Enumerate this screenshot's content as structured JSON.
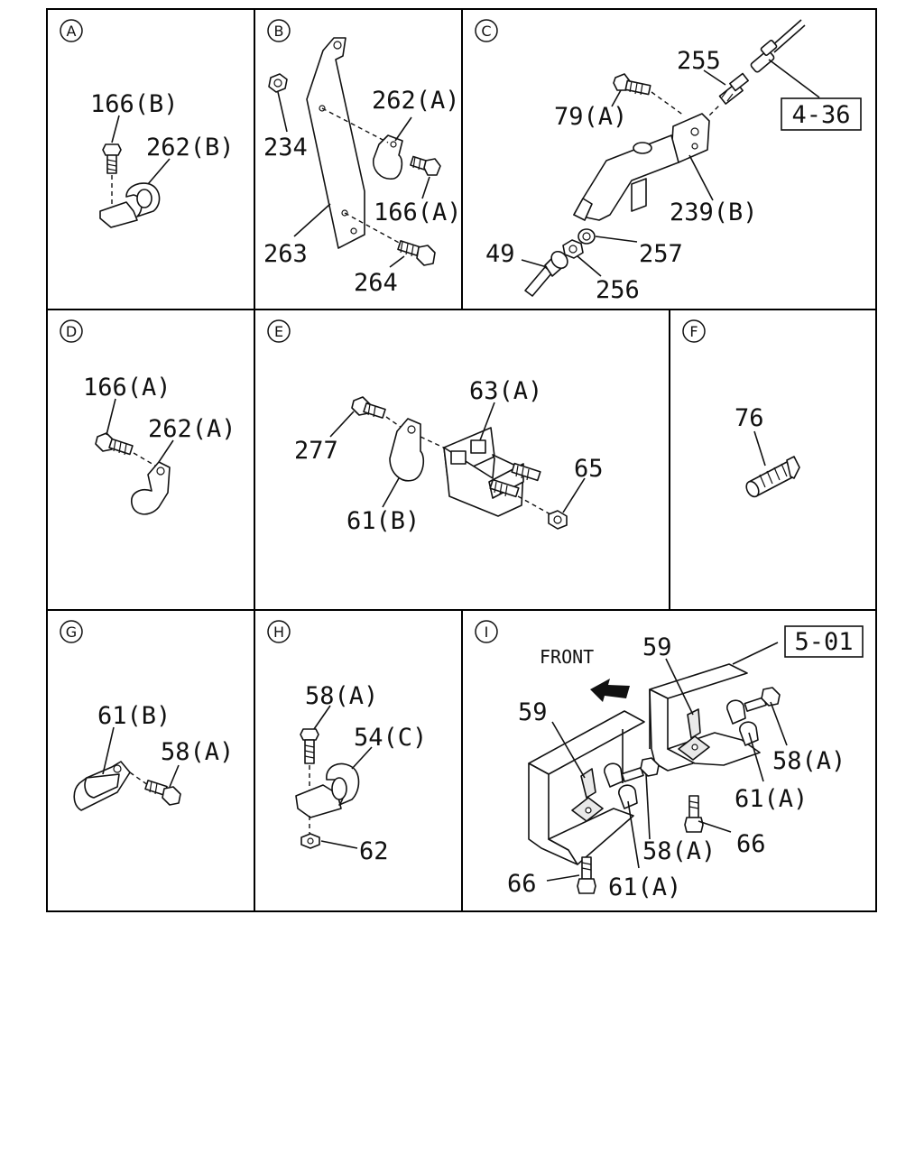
{
  "panels": [
    {
      "letter": "A",
      "callouts": [
        "166(B)",
        "262(B)"
      ]
    },
    {
      "letter": "B",
      "callouts": [
        "262(A)",
        "234",
        "166(A)",
        "263",
        "264"
      ]
    },
    {
      "letter": "C",
      "callouts": [
        "255",
        "79(A)",
        "239(B)",
        "49",
        "257",
        "256"
      ],
      "reference": "4-36"
    },
    {
      "letter": "D",
      "callouts": [
        "166(A)",
        "262(A)"
      ]
    },
    {
      "letter": "E",
      "callouts": [
        "63(A)",
        "277",
        "65",
        "61(B)"
      ]
    },
    {
      "letter": "F",
      "callouts": [
        "76"
      ]
    },
    {
      "letter": "G",
      "callouts": [
        "61(B)",
        "58(A)"
      ]
    },
    {
      "letter": "H",
      "callouts": [
        "58(A)",
        "54(C)",
        "62"
      ]
    },
    {
      "letter": "I",
      "callouts": [
        "59",
        "59",
        "58(A)",
        "61(A)",
        "66",
        "58(A)",
        "66",
        "61(A)"
      ],
      "reference": "5-01",
      "direction_label": "FRONT"
    }
  ]
}
